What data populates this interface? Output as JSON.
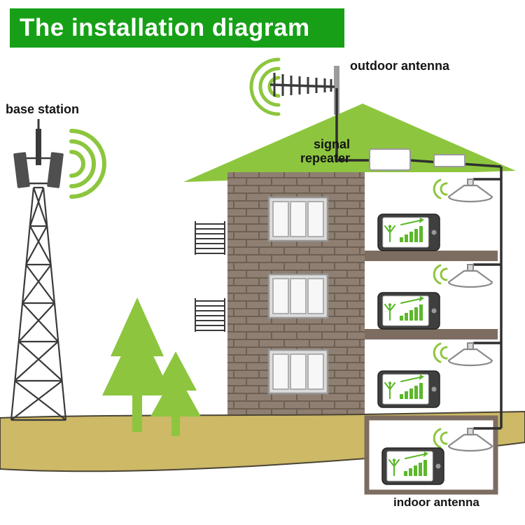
{
  "title": "The installation diagram",
  "labels": {
    "base_station": "base station",
    "outdoor_antenna": "outdoor antenna",
    "signal_line1": "signal",
    "signal_line2": "repeater",
    "indoor_antenna": "indoor antenna"
  },
  "colors": {
    "banner_green": "#17A017",
    "accent_green": "#8DC63E",
    "brick": "#8F7F72",
    "brick_line": "#6E5F53",
    "slab": "#7D6D60",
    "ground": "#CDB966",
    "cable": "#2F2F2F",
    "metal_gray": "#3A3A3A",
    "device_frame": "#3F3F3F",
    "signal_green": "#5CB82A"
  },
  "scene": {
    "floors_with_indoor_units": 4,
    "components": [
      "base-station-tower",
      "outdoor-antenna",
      "signal-repeater",
      "power-unit",
      "indoor-ceiling-antennas",
      "mobile-devices",
      "building",
      "trees",
      "ground"
    ]
  }
}
